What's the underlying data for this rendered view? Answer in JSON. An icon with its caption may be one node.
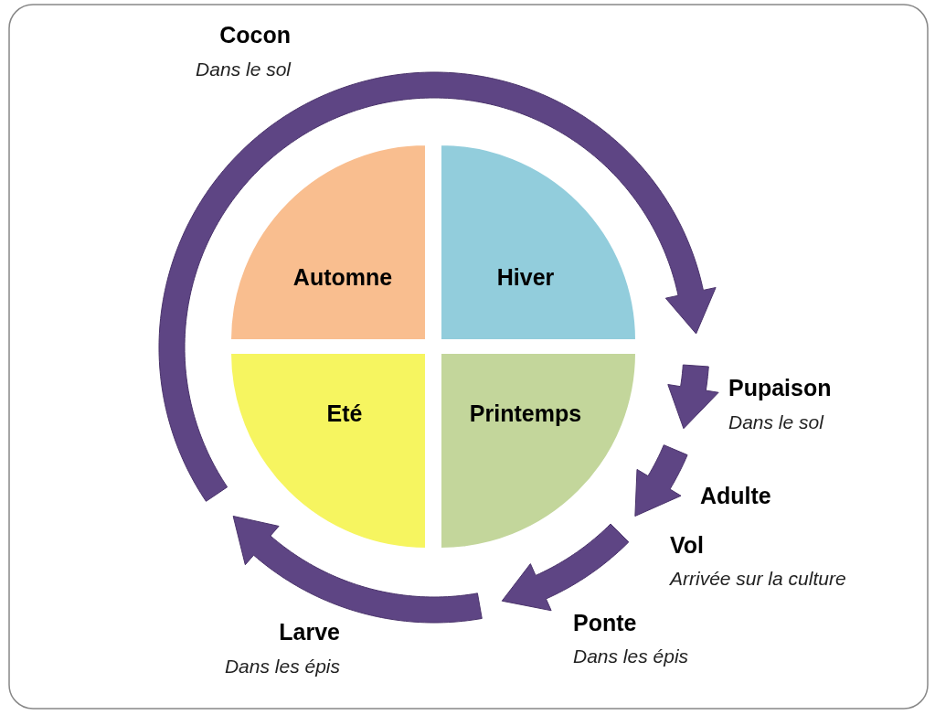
{
  "diagram": {
    "nodes": [
      {
        "text": [
          "Automne"
        ]
      },
      {
        "text": [
          "Hiver"
        ]
      },
      {
        "text": [
          "Eté"
        ]
      },
      {
        "text": [
          "Printemps"
        ]
      }
    ],
    "labels": [
      "Cocon",
      "Dans le sol",
      "Pupaison",
      "Dans le sol",
      "Adulte",
      "Vol",
      "Arrivée sur la culture",
      "Ponte",
      "Dans les épis",
      "Larve",
      "Dans les épis"
    ]
  }
}
